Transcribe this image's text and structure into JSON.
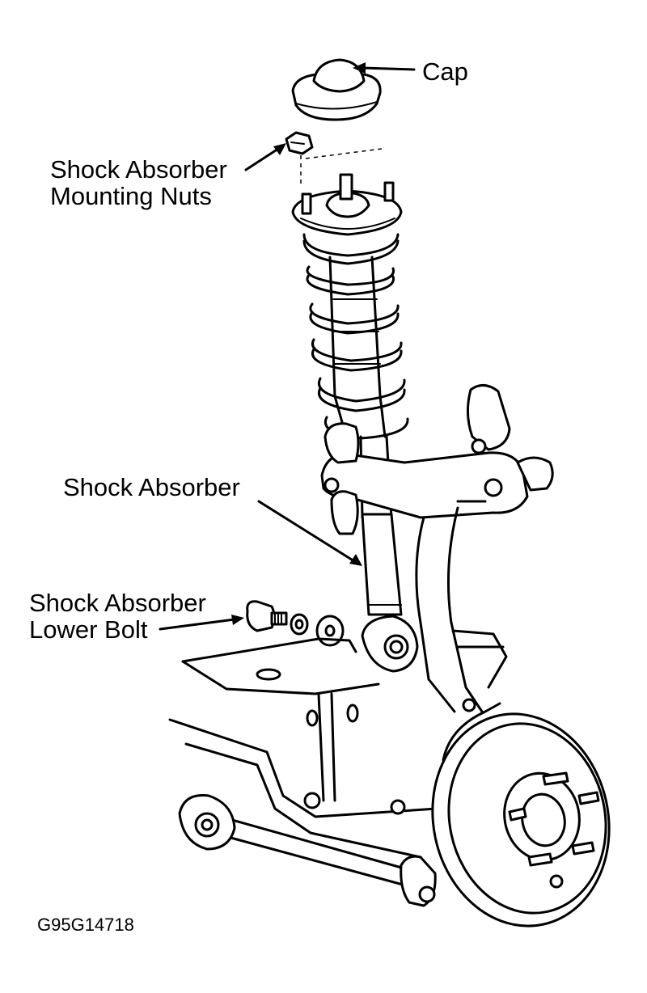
{
  "labels": {
    "cap": "Cap",
    "mounting_nuts_line1": "Shock Absorber",
    "mounting_nuts_line2": "Mounting Nuts",
    "shock_absorber": "Shock Absorber",
    "lower_bolt_line1": "Shock Absorber",
    "lower_bolt_line2": "Lower Bolt"
  },
  "figure_id": "G95G14718"
}
